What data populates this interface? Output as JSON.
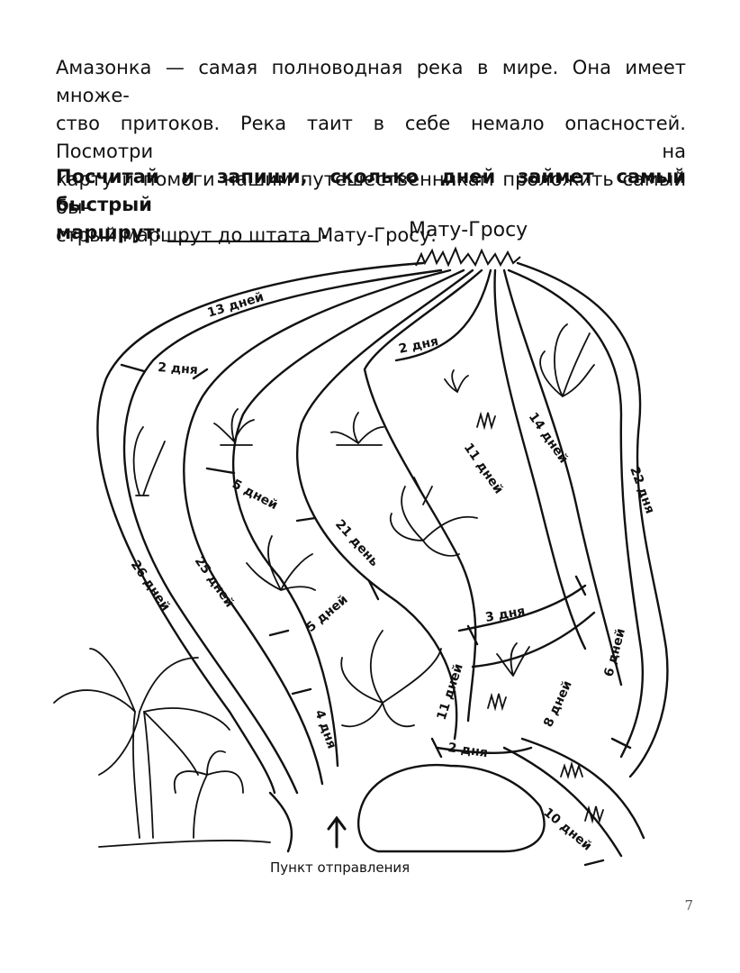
{
  "intro": {
    "lines": [
      "Амазонка — самая полноводная река в мире. Она имеет множе-",
      "ство притоков. Река таит в себе немало опасностей. Посмотри на",
      "карту и помоги нашим путешественникам проложить самый бы-",
      "стрый маршрут до штата Мату-Гросу."
    ]
  },
  "task": {
    "line1": "Посчитай и запиши, сколько дней займет самый быстрый",
    "line2": "маршрут:",
    "end": "."
  },
  "map": {
    "destination": "Мату-Гросу",
    "start": "Пункт отправления",
    "routes": [
      "13 дней",
      "2 дня",
      "2 дня",
      "14 дней",
      "22 дня",
      "11 дней",
      "5 дней",
      "21 день",
      "26 дней",
      "25 дней",
      "5 дней",
      "3 дня",
      "6 дней",
      "11 дней",
      "8 дней",
      "4 дня",
      "2 дня",
      "10 дней"
    ]
  },
  "page_number": "7"
}
